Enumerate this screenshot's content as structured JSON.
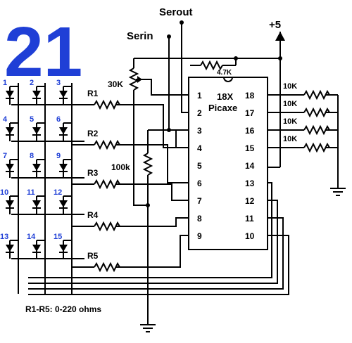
{
  "big_number": "21",
  "labels": {
    "serout": "Serout",
    "serin": "Serin",
    "vcc": "+5",
    "r47k": "4.7K",
    "r30k": "30K",
    "r100k": "100k",
    "chip_name": "18X",
    "chip_sub": "Picaxe",
    "note": "R1-R5: 0-220 ohms"
  },
  "row_resistors": [
    "R1",
    "R2",
    "R3",
    "R4",
    "R5"
  ],
  "pullups": [
    "10K",
    "10K",
    "10K",
    "10K"
  ],
  "led_numbers": [
    "1",
    "2",
    "3",
    "4",
    "5",
    "6",
    "7",
    "8",
    "9",
    "10",
    "11",
    "12",
    "13",
    "14",
    "15"
  ],
  "pins_left": [
    "1",
    "2",
    "3",
    "4",
    "5",
    "6",
    "7",
    "8",
    "9"
  ],
  "pins_right": [
    "18",
    "17",
    "16",
    "15",
    "14",
    "13",
    "12",
    "11",
    "10"
  ],
  "colors": {
    "accent": "#1f3fd6",
    "ink": "#000000"
  }
}
